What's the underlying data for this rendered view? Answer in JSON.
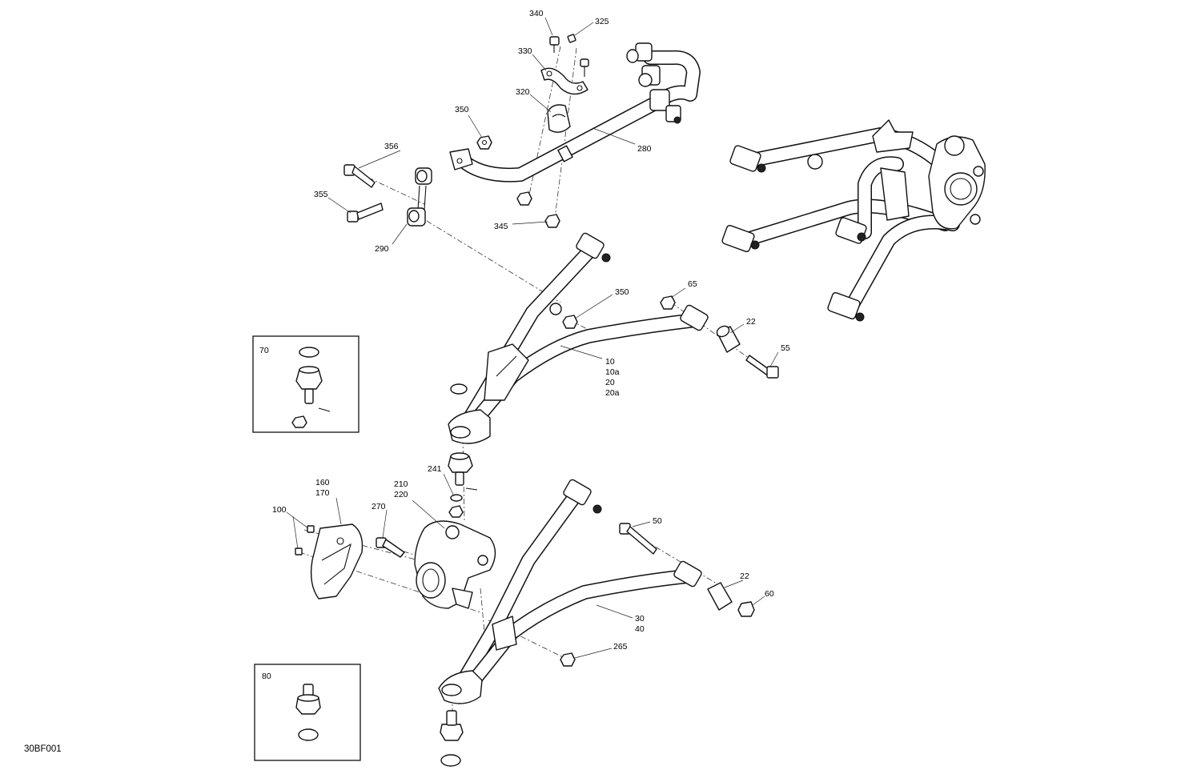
{
  "figure_id": "30BF001",
  "callouts": [
    {
      "id": "c340",
      "text": "340"
    },
    {
      "id": "c325",
      "text": "325"
    },
    {
      "id": "c330",
      "text": "330"
    },
    {
      "id": "c320",
      "text": "320"
    },
    {
      "id": "c350a",
      "text": "350"
    },
    {
      "id": "c356",
      "text": "356"
    },
    {
      "id": "c280",
      "text": "280"
    },
    {
      "id": "c355",
      "text": "355"
    },
    {
      "id": "c345",
      "text": "345"
    },
    {
      "id": "c290",
      "text": "290"
    },
    {
      "id": "c350b",
      "text": "350"
    },
    {
      "id": "c65",
      "text": "65"
    },
    {
      "id": "c22a",
      "text": "22"
    },
    {
      "id": "c55",
      "text": "55"
    },
    {
      "id": "c10",
      "text": "10"
    },
    {
      "id": "c10a",
      "text": "10a"
    },
    {
      "id": "c20",
      "text": "20"
    },
    {
      "id": "c20a",
      "text": "20a"
    },
    {
      "id": "c70",
      "text": "70"
    },
    {
      "id": "c241",
      "text": "241"
    },
    {
      "id": "c160",
      "text": "160"
    },
    {
      "id": "c170",
      "text": "170"
    },
    {
      "id": "c210",
      "text": "210"
    },
    {
      "id": "c220",
      "text": "220"
    },
    {
      "id": "c270",
      "text": "270"
    },
    {
      "id": "c100",
      "text": "100"
    },
    {
      "id": "c50",
      "text": "50"
    },
    {
      "id": "c22b",
      "text": "22"
    },
    {
      "id": "c60",
      "text": "60"
    },
    {
      "id": "c30",
      "text": "30"
    },
    {
      "id": "c40",
      "text": "40"
    },
    {
      "id": "c265",
      "text": "265"
    },
    {
      "id": "c80",
      "text": "80"
    }
  ]
}
